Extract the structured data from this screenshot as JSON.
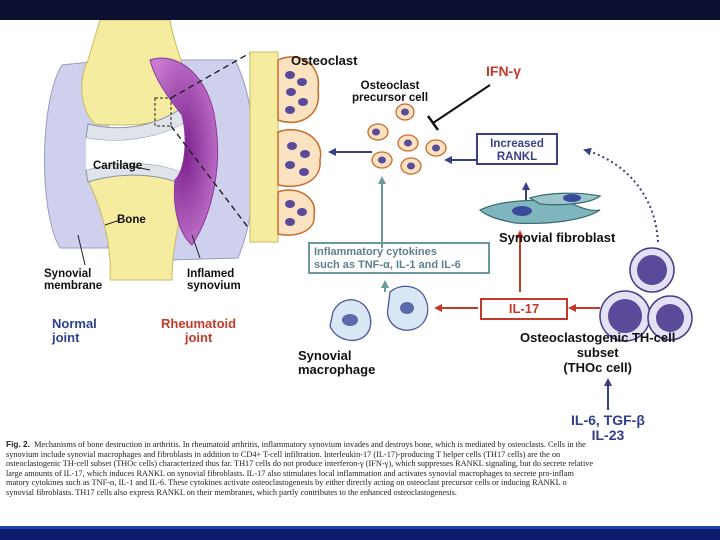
{
  "labels": {
    "osteoclast": "Osteoclast",
    "precursor_line1": "Osteoclast",
    "precursor_line2": "precursor cell",
    "ifn": "IFN-γ",
    "rankl_line1": "Increased",
    "rankl_line2": "RANKL",
    "cartilage": "Cartilage",
    "bone": "Bone",
    "synovial_fibroblast": "Synovial fibroblast",
    "cytokines_line1": "Inflammatory cytokines",
    "cytokines_line2": "such as TNF-α, IL-1 and IL-6",
    "il17": "IL-17",
    "synovial_membrane_line1": "Synovial",
    "synovial_membrane_line2": "membrane",
    "inflamed_line1": "Inflamed",
    "inflamed_line2": "synovium",
    "normal_line1": "Normal",
    "normal_line2": "joint",
    "rheumatoid_line1": "Rheumatoid",
    "rheumatoid_line2": "joint",
    "thoc_line1": "Osteoclastogenic TH-cell",
    "thoc_line2": "subset",
    "thoc_line3": "(THOc cell)",
    "synovial_macrophage_line1": "Synovial",
    "synovial_macrophage_line2": "macrophage",
    "il6_line1": "IL-6, TGF-β",
    "il6_line2": "IL-23"
  },
  "caption": {
    "fig_label": "Fig. 2.",
    "lines": [
      "Mechanisms of bone destruction in arthritis. In rheumatoid arthritis, inflammatory synovium invades and destroys bone, which is mediated by osteoclasts. Cells in the",
      "synovium include synovial macrophages and fibroblasts in addition to CD4+ T-cell infiltration. Interleukin-17 (IL-17)-producing T helper cells (TH17 cells) are the on",
      "osteoclastogenic TH-cell subset (THOc cells) characterized thus far. TH17 cells do not produce interferon-γ (IFN-γ), which suppresses RANKL signaling, but do secrete relative",
      "large amounts of IL-17, which induces RANKL on synovial fibroblasts. IL-17 also stimulates local inflammation and activates synovial macrophages to secrete pro-inflam",
      "matory cytokines such as TNF-α, IL-1 and IL-6. These cytokines activate osteoclastogenesis by either directly acting on osteoclast precursor cells or inducing RANKL o",
      "synovial fibroblasts. TH17 cells also express RANKL on their membranes, which partly contributes to the enhanced osteoclastogenesis."
    ]
  },
  "colors": {
    "blue_label": "#2f3f8f",
    "red_label": "#c43a2a",
    "teal_arrow": "#6a9a9a",
    "navy_arrow": "#3a3f86",
    "purple_synovium": "#9a3fa8",
    "bone_yellow": "#f6eca0"
  }
}
